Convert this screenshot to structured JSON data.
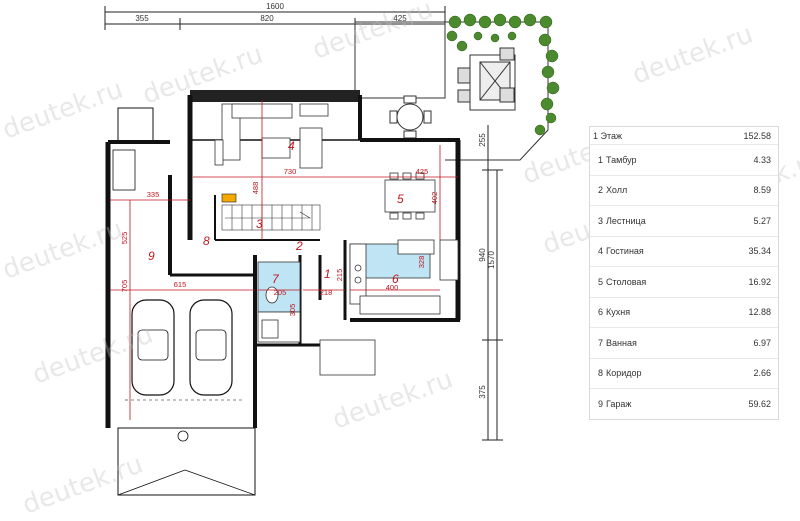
{
  "watermark": "deutek.ru",
  "plan": {
    "top_dims": {
      "total": "1600",
      "left": "355",
      "mid": "820",
      "right": "425"
    },
    "side_dims": {
      "d255": "255",
      "d940": "940",
      "d1570": "1570",
      "d375": "375"
    },
    "inner_dims": {
      "d730": "730",
      "d425": "425",
      "d488": "488",
      "d335": "335",
      "d525": "525",
      "d705": "705",
      "d615": "615",
      "d402": "402",
      "d328": "328",
      "d400": "400",
      "d205": "205",
      "d218": "218",
      "d215": "215",
      "d305": "305"
    },
    "rooms": [
      {
        "num": "1"
      },
      {
        "num": "2"
      },
      {
        "num": "3"
      },
      {
        "num": "4"
      },
      {
        "num": "5"
      },
      {
        "num": "6"
      },
      {
        "num": "7"
      },
      {
        "num": "8"
      },
      {
        "num": "9"
      }
    ]
  },
  "areas": {
    "floor_label": "1 Этаж",
    "floor_total": "152.58",
    "rows": [
      {
        "num": "1",
        "name": "Тамбур",
        "area": "4.33"
      },
      {
        "num": "2",
        "name": "Холл",
        "area": "8.59"
      },
      {
        "num": "3",
        "name": "Лестница",
        "area": "5.27"
      },
      {
        "num": "4",
        "name": "Гостиная",
        "area": "35.34"
      },
      {
        "num": "5",
        "name": "Столовая",
        "area": "16.92"
      },
      {
        "num": "6",
        "name": "Кухня",
        "area": "12.88"
      },
      {
        "num": "7",
        "name": "Ванная",
        "area": "6.97"
      },
      {
        "num": "8",
        "name": "Коридор",
        "area": "2.66"
      },
      {
        "num": "9",
        "name": "Гараж",
        "area": "59.62"
      }
    ]
  }
}
